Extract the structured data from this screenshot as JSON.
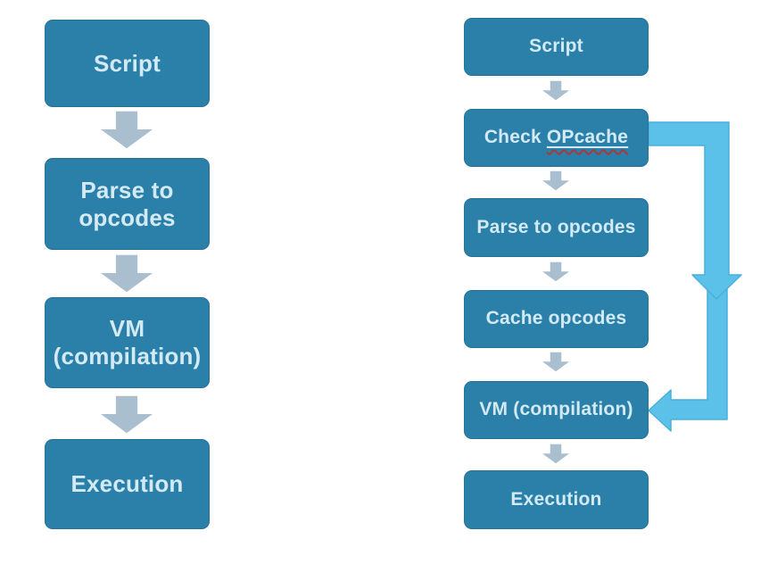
{
  "colors": {
    "box_fill": "#2B80A9",
    "box_text": "#D3EAF5",
    "connector_arrow": "#A9BECE",
    "bypass_arrow": "#5BC1E8",
    "bypass_arrow_edge": "#46AFDC",
    "misspell_underline": "#A63A3A"
  },
  "left_flow": {
    "nodes": [
      {
        "label": "Script"
      },
      {
        "label": "Parse to\nopcodes"
      },
      {
        "label": "VM\n(compilation)"
      },
      {
        "label": "Execution"
      }
    ]
  },
  "right_flow": {
    "nodes": [
      {
        "label": "Script"
      },
      {
        "label_prefix": "Check ",
        "label_underlined": "OPcache"
      },
      {
        "label": "Parse to opcodes"
      },
      {
        "label": "Cache opcodes"
      },
      {
        "label": "VM (compilation)"
      },
      {
        "label": "Execution"
      }
    ]
  }
}
